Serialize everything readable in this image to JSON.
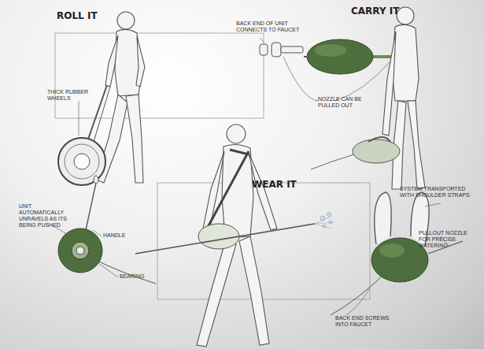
{
  "diagram": {
    "labels": [
      "ROLL IT",
      "CARRY IT",
      "WEAR IT",
      "THICK RUBBER WHEELS",
      "UNIT AUTOMATICALLY UNRAVELS AS ITS BEING PUSHED",
      "HANDLE",
      "BEARING",
      "BACK END OF UNIT CONNECTS TO FAUCET",
      "NOZZLE CAN BE PULLED OUT",
      "SYSTEM TRANSPORTED WITH SHOULDER STRAPS",
      "PULLOUT NOZZLE FOR PRECISE WATERING",
      "BACK END SCREWS INTO FAUCET"
    ]
  }
}
